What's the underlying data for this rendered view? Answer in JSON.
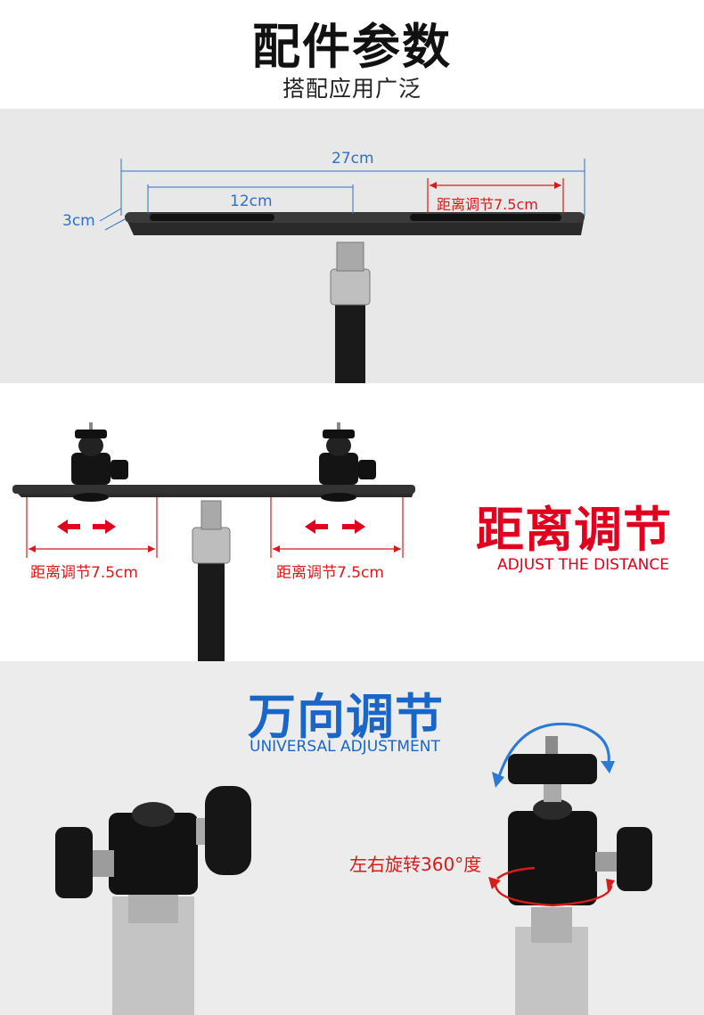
{
  "header": {
    "title": "配件参数",
    "subtitle": "搭配应用广泛"
  },
  "dimensions": {
    "total_width": "27cm",
    "slot_length": "12cm",
    "plate_thickness": "3cm",
    "adjust_range": "距离调节7.5cm"
  },
  "distance_section": {
    "left_label": "距离调节7.5cm",
    "right_label": "距离调节7.5cm",
    "heading": "距离调节",
    "heading_en": "ADJUST THE DISTANCE"
  },
  "universal_section": {
    "heading": "万向调节",
    "heading_en": "UNIVERSAL ADJUSTMENT",
    "rotate_label": "左右旋转360°度"
  },
  "colors": {
    "accent_red": "#e1001e",
    "accent_blue": "#1a66c8",
    "dimension_blue": "#2f6fc8"
  }
}
